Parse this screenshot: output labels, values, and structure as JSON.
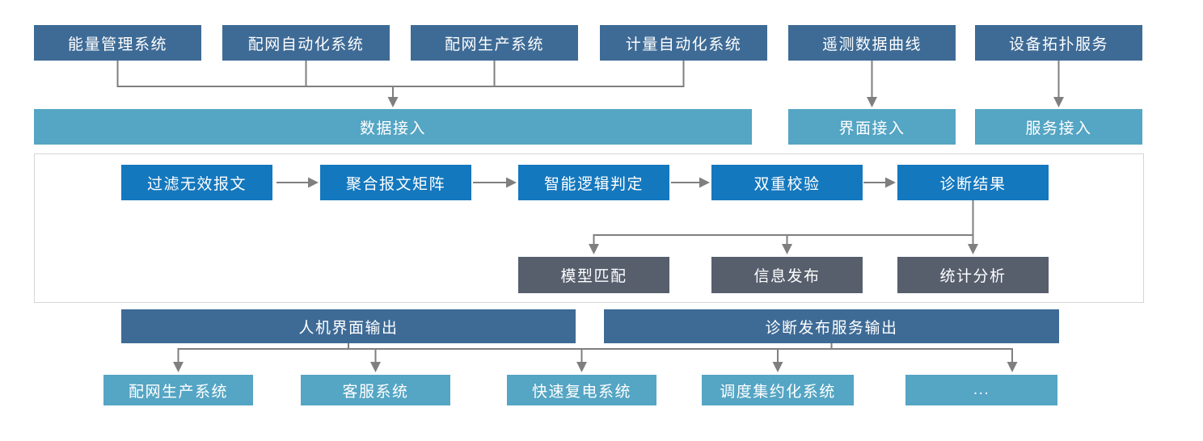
{
  "diagram": {
    "source_systems": [
      "能量管理系统",
      "配网自动化系统",
      "配网生产系统",
      "计量自动化系统",
      "遥测数据曲线",
      "设备拓扑服务"
    ],
    "access_layers": [
      "数据接入",
      "界面接入",
      "服务接入"
    ],
    "process_flow": [
      "过滤无效报文",
      "聚合报文矩阵",
      "智能逻辑判定",
      "双重校验",
      "诊断结果"
    ],
    "analysis_outputs": [
      "模型匹配",
      "信息发布",
      "统计分析"
    ],
    "output_channels": [
      "人机界面输出",
      "诊断发布服务输出"
    ],
    "target_systems": [
      "配网生产系统",
      "客服系统",
      "快速复电系统",
      "调度集约化系统",
      "..."
    ],
    "colors": {
      "source_box": "#3e6b96",
      "access_box": "#55a5c4",
      "process_box": "#1478be",
      "analysis_box": "#575f6d",
      "connector_line": "#7f7f7f",
      "container_border": "#d6d6d6"
    }
  }
}
